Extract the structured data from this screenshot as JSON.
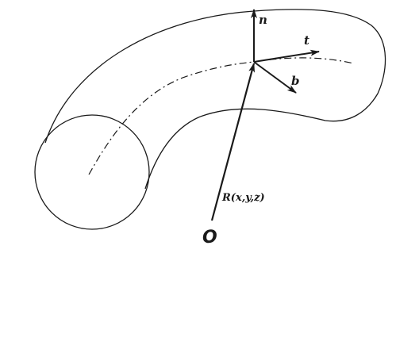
{
  "labels": {
    "normal": "n",
    "tangent": "t",
    "binormal": "b",
    "position": "R(x,y,z)",
    "origin": "O"
  },
  "colors": {
    "stroke": "#1a1a1a",
    "background": "#ffffff"
  }
}
